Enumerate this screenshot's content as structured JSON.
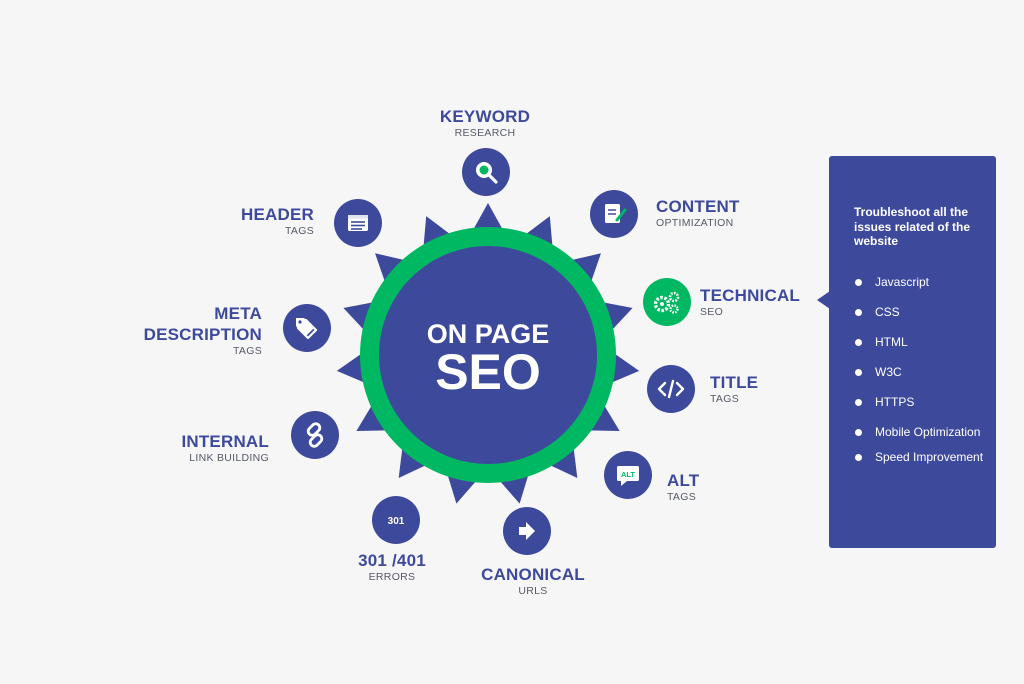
{
  "center": {
    "line1": "ON PAGE",
    "line2": "SEO"
  },
  "nodes": [
    {
      "id": "keyword",
      "title": "KEYWORD",
      "subtitle": "RESEARCH",
      "icon": "magnifier-icon"
    },
    {
      "id": "content",
      "title": "CONTENT",
      "subtitle": "OPTIMIZATION",
      "icon": "document-pencil-icon"
    },
    {
      "id": "technical",
      "title": "TECHNICAL",
      "subtitle": "SEO",
      "icon": "gears-icon"
    },
    {
      "id": "title",
      "title": "TITLE",
      "subtitle": "TAGS",
      "icon": "code-icon"
    },
    {
      "id": "alt",
      "title": "ALT",
      "subtitle": "TAGS",
      "icon": "alt-badge-icon",
      "icon_text": "ALT"
    },
    {
      "id": "canonical",
      "title": "CANONICAL",
      "subtitle": "URLS",
      "icon": "arrow-right-icon"
    },
    {
      "id": "errors",
      "title": "301 /401",
      "subtitle": "ERRORS",
      "icon": "301-badge-icon",
      "icon_text": "301"
    },
    {
      "id": "internal",
      "title": "INTERNAL",
      "subtitle": "LINK BUILDING",
      "icon": "link-icon"
    },
    {
      "id": "meta",
      "title": "META",
      "title2": "DESCRIPTION",
      "subtitle": "TAGS",
      "icon": "tags-icon"
    },
    {
      "id": "header",
      "title": "HEADER",
      "subtitle": "TAGS",
      "icon": "header-list-icon"
    }
  ],
  "panel": {
    "title": "Troubleshoot all the issues related of the website",
    "items": [
      "Javascript",
      "CSS",
      "HTML",
      "W3C",
      "HTTPS",
      "Mobile Optimization",
      "Speed Improvement"
    ]
  },
  "colors": {
    "primary": "#3d4a9c",
    "accent": "#00b862",
    "label_gray": "#555a66",
    "background": "#f6f6f7"
  }
}
